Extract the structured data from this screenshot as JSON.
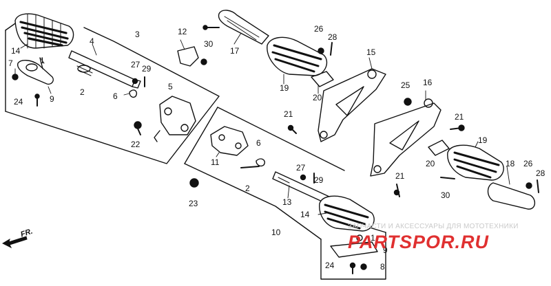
{
  "diagram": {
    "callouts": {
      "c1a": "1",
      "c1b": "1",
      "c2a": "2",
      "c2b": "2",
      "c3": "3",
      "c4": "4",
      "c5": "5",
      "c6a": "6",
      "c6b": "6",
      "c7": "7",
      "c8": "8",
      "c9a": "9",
      "c9b": "9",
      "c10": "10",
      "c11": "11",
      "c12": "12",
      "c13": "13",
      "c14a": "14",
      "c14b": "14",
      "c15": "15",
      "c16": "16",
      "c17": "17",
      "c18": "18",
      "c19a": "19",
      "c19b": "19",
      "c20a": "20",
      "c20b": "20",
      "c21a": "21",
      "c21b": "21",
      "c21c": "21",
      "c22": "22",
      "c23": "23",
      "c24a": "24",
      "c24b": "24",
      "c25": "25",
      "c26a": "26",
      "c26b": "26",
      "c27a": "27",
      "c27b": "27",
      "c28a": "28",
      "c28b": "28",
      "c29a": "29",
      "c29b": "29",
      "c30a": "30",
      "c30b": "30"
    },
    "front_label": "FR."
  },
  "watermark": {
    "caption": "ЗАПЧАСТИ И АКСЕССУАРЫ ДЛЯ МОТОТЕХНИКИ",
    "brand": "PARTSPOR",
    "tld": ".RU"
  },
  "colors": {
    "ink": "#111111",
    "watermark": "#e03030",
    "caption": "#c9c9c9"
  }
}
